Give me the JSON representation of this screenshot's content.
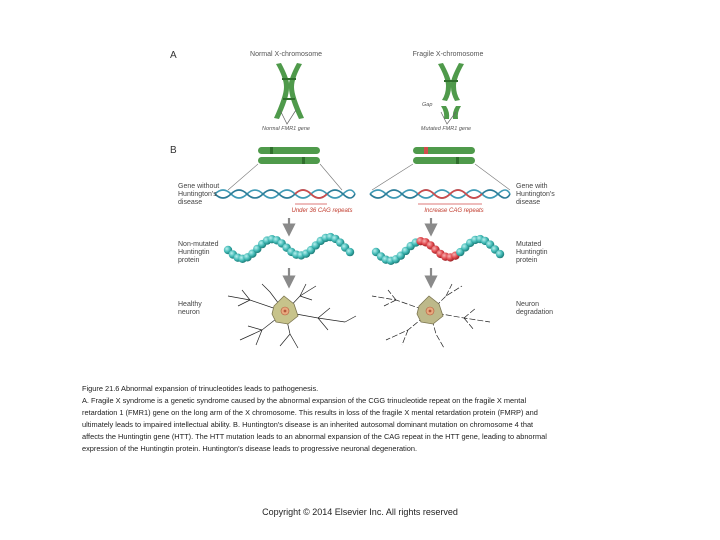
{
  "figure": {
    "panel_a": "A",
    "panel_b": "B",
    "normal_x": "Normal X-chromosome",
    "fragile_x": "Fragile X-chromosome",
    "gap": "Gap",
    "normal_gene": "Normal FMR1 gene",
    "mutated_gene": "Mutated FMR1 gene",
    "gene_without": [
      "Gene without",
      "Huntington's",
      "disease"
    ],
    "gene_with": [
      "Gene with",
      "Huntington's",
      "disease"
    ],
    "under_repeats": "Under 36 CAG repeats",
    "increase_repeats": "Increase CAG repeats",
    "nonmutated": [
      "Non-mutated",
      "Huntingtin",
      "protein"
    ],
    "mutated": [
      "Mutated",
      "Huntingtin",
      "protein"
    ],
    "healthy": [
      "Healthy",
      "neuron"
    ],
    "degradation": [
      "Neuron",
      "degradation"
    ]
  },
  "caption": {
    "title": "Figure 21.6 Abnormal expansion of trinucleotides leads to pathogenesis.",
    "body": [
      "A. Fragile X syndrome is a genetic syndrome caused by the abnormal expansion of the CGG trinucleotide repeat on the fragile X mental",
      "retardation 1 (FMR1) gene on the long arm of the X chromosome. This results in loss of the fragile X mental retardation protein (FMRP) and",
      "ultimately leads to impaired intellectual ability. B. Huntington's disease is an inherited autosomal dominant mutation on chromosome 4 that",
      "affects the Huntingtin gene (HTT). The HTT mutation leads to an abnormal expansion of the CAG repeat in the HTT gene, leading to abnormal",
      "expression of the Huntingtin protein. Huntington's disease leads to progressive neuronal degeneration."
    ]
  },
  "copyright": "Copyright © 2014 Elsevier Inc. All rights reserved",
  "colors": {
    "chromosome": "#4f9a4b",
    "chromosome_band": "#d14b4b",
    "normal_protein": "#3fb8b4",
    "mutant_protein": "#e0474c",
    "neuron_body": "#c7c38b",
    "arrow": "#8a8a8a"
  }
}
